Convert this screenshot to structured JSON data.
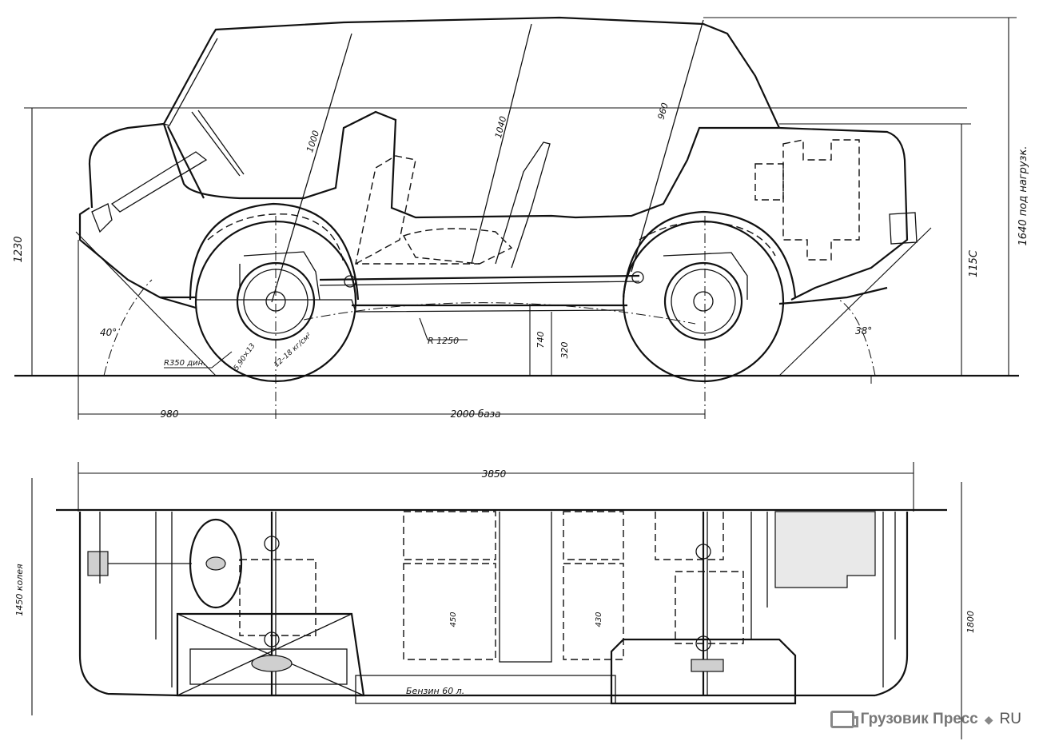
{
  "side_view": {
    "dimensions": {
      "overall_height_loaded": "1640 под нагрузк.",
      "height_front": "1230",
      "height_rear": "115С",
      "headroom_front": "1000",
      "headroom_middle": "1040",
      "headroom_rear": "960",
      "body_floor_height": "740",
      "ground_clearance": "320",
      "front_overhang": "980",
      "wheelbase": "2000 база",
      "approach_angle": "40°",
      "departure_angle": "38°",
      "turning_radius": "R 1250",
      "wheel_radius": "R350 дин.",
      "tire_size": "5,90×13",
      "tire_pressure": "12–18 кг/см²"
    }
  },
  "plan_view": {
    "dimensions": {
      "overall_length": "3850",
      "track_front": "1450 колея",
      "overall_width": "1800",
      "seat_width_front": "450",
      "seat_width_rear": "430"
    },
    "labels": {
      "fuel_tank": "Бензин 60 л."
    }
  },
  "watermark": {
    "brand": "Грузовик Пресс",
    "separator": "◆",
    "domain": "RU",
    "icon": "truck-icon"
  }
}
